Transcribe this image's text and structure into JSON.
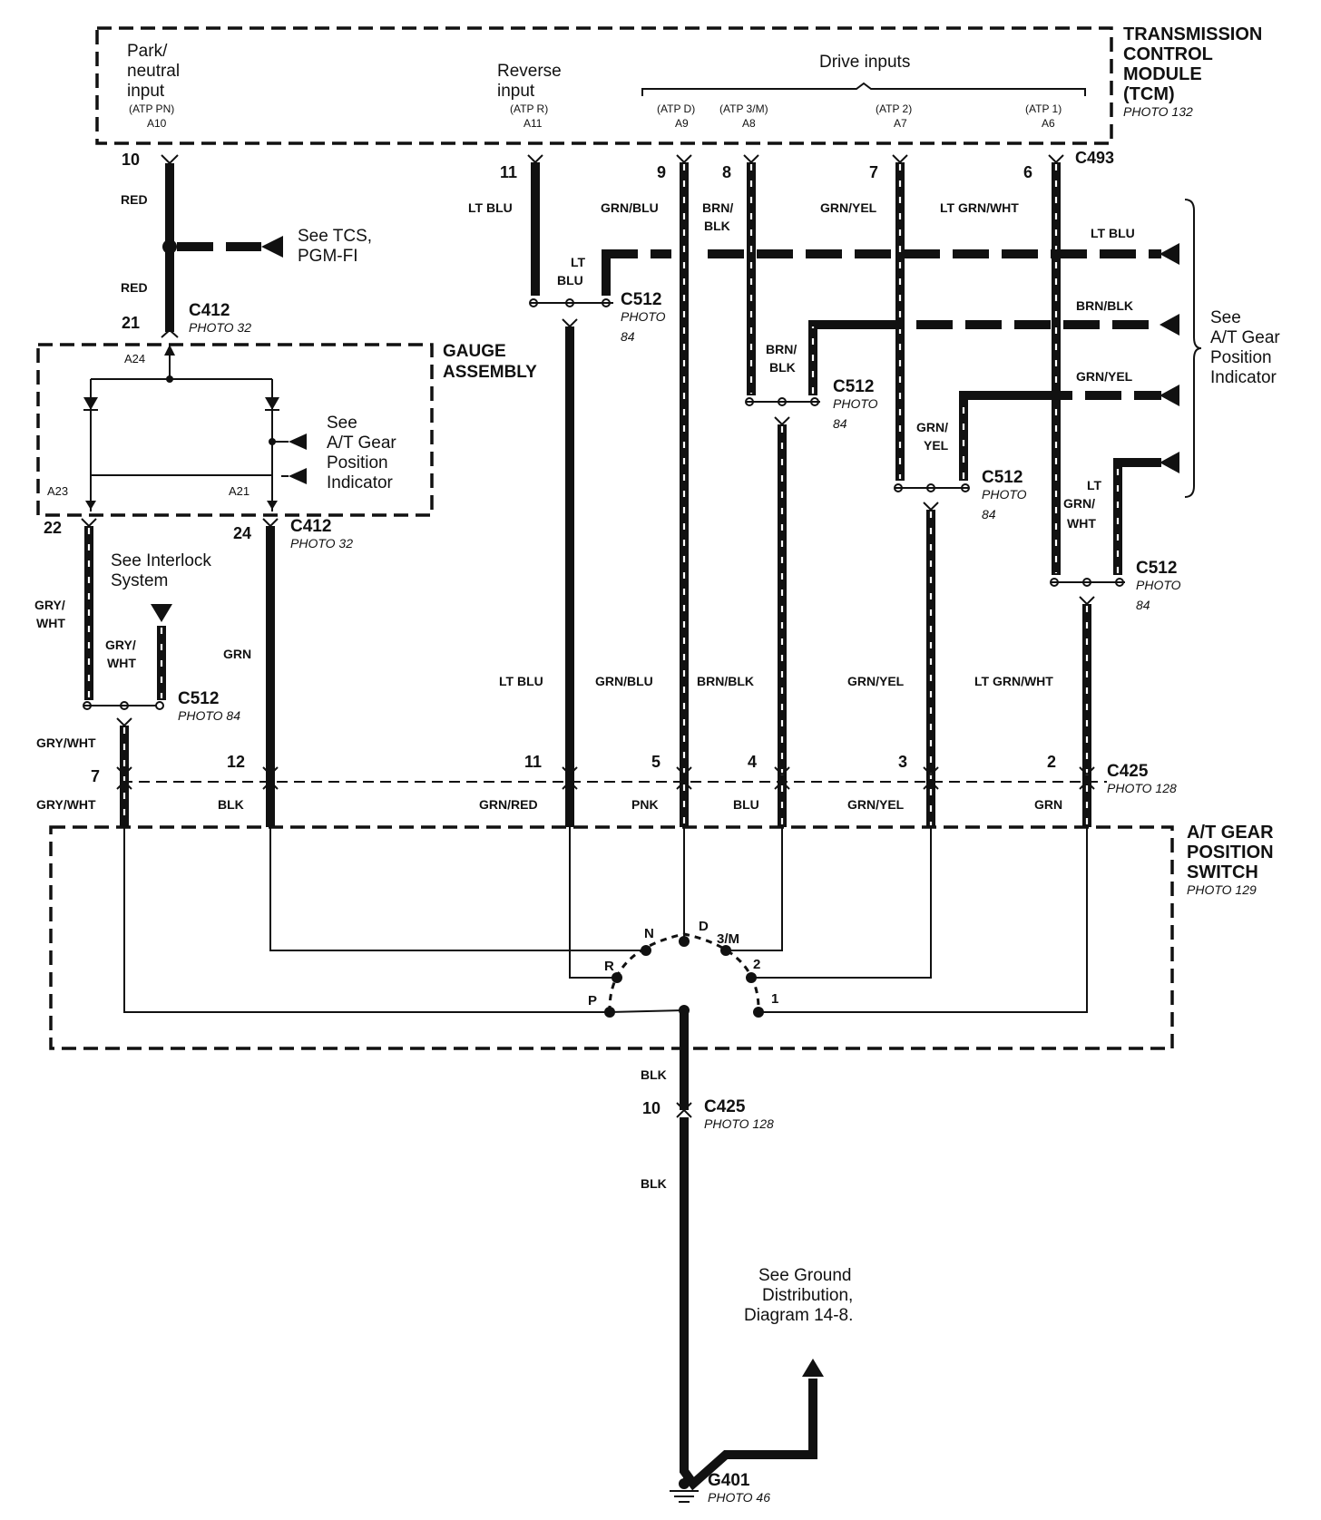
{
  "tcm": {
    "title": [
      "TRANSMISSION",
      "CONTROL",
      "MODULE",
      "(TCM)"
    ],
    "photo": "PHOTO 132",
    "park_neutral": [
      "Park/",
      "neutral",
      "input",
      "(ATP PN)",
      "A10"
    ],
    "reverse": [
      "Reverse",
      "input",
      "(ATP R)",
      "A11"
    ],
    "drive_inputs": "Drive inputs",
    "pins": [
      {
        "atp": "(ATP D)",
        "pin": "A9"
      },
      {
        "atp": "(ATP 3/M)",
        "pin": "A8"
      },
      {
        "atp": "(ATP 2)",
        "pin": "A7"
      },
      {
        "atp": "(ATP 1)",
        "pin": "A6"
      }
    ],
    "connector": "C493"
  },
  "tcm_terminals": [
    "10",
    "11",
    "9",
    "8",
    "7",
    "6"
  ],
  "wire_colors_top": {
    "red1": "RED",
    "red2": "RED",
    "ltblu": "LT BLU",
    "grnblu": "GRN/BLU",
    "brnblk": [
      "BRN/",
      "BLK"
    ],
    "grnyel": "GRN/YEL",
    "ltgrnwht": "LT GRN/WHT",
    "ltblu_short": [
      "LT",
      "BLU"
    ],
    "brnblk_short": [
      "BRN/",
      "BLK"
    ],
    "grnyel_short": [
      "GRN/",
      "YEL"
    ],
    "ltgrnwht_short": [
      "LT",
      "GRN/",
      "WHT"
    ]
  },
  "see_tcs": [
    "See TCS,",
    "PGM-FI"
  ],
  "c412": {
    "name": "C412",
    "photo": "PHOTO 32",
    "pin_top": "21",
    "pin_bl": "22",
    "pin_br": "24"
  },
  "gauge": {
    "title": [
      "GAUGE",
      "ASSEMBLY"
    ],
    "pins": [
      "A24",
      "A23",
      "A21"
    ],
    "see_indicator": [
      "See",
      "A/T Gear",
      "Position",
      "Indicator"
    ]
  },
  "interlock": [
    "See Interlock",
    "System"
  ],
  "c512": {
    "name": "C512",
    "photo": "PHOTO",
    "photo_num": "84",
    "photo_inline": "PHOTO 84"
  },
  "indicator_side": {
    "labels": [
      "LT BLU",
      "BRN/BLK",
      "GRN/YEL"
    ],
    "see": [
      "See",
      "A/T Gear",
      "Position",
      "Indicator"
    ]
  },
  "mid_wires": {
    "gry_wht_a": [
      "GRY/",
      "WHT"
    ],
    "gry_wht_b": [
      "GRY/",
      "WHT"
    ],
    "grn": "GRN",
    "ltblu": "LT BLU",
    "grnblu": "GRN/BLU",
    "brnblk": "BRN/BLK",
    "grnyel": "GRN/YEL",
    "ltgrnwht": "LT GRN/WHT",
    "gry_wht_c": "GRY/WHT"
  },
  "c425": {
    "name": "C425",
    "photo": "PHOTO 128",
    "pins": [
      "7",
      "12",
      "11",
      "5",
      "4",
      "3",
      "2"
    ],
    "lower_colors": [
      "GRY/WHT",
      "BLK",
      "GRN/RED",
      "PNK",
      "BLU",
      "GRN/YEL",
      "GRN"
    ],
    "ground_pin": "10"
  },
  "switch": {
    "title": [
      "A/T GEAR",
      "POSITION",
      "SWITCH"
    ],
    "photo": "PHOTO 129",
    "positions": [
      "P",
      "R",
      "N",
      "D",
      "3/M",
      "2",
      "1"
    ]
  },
  "ground": {
    "blk1": "BLK",
    "blk2": "BLK",
    "see": [
      "See Ground",
      "Distribution,",
      "Diagram 14-8."
    ],
    "name": "G401",
    "photo": "PHOTO 46"
  }
}
